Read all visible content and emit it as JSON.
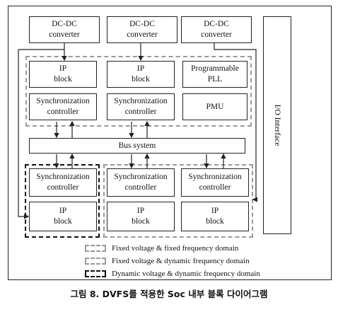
{
  "converters": [
    "DC-DC\nconverter",
    "DC-DC\nconverter",
    "DC-DC\nconverter"
  ],
  "top_blocks": {
    "ip1": "IP\nblock",
    "ip2": "IP\nblock",
    "pll": "Programmable\nPLL",
    "sync1": "Synchronization\ncontroller",
    "sync2": "Synchronization\ncontroller",
    "pmu": "PMU"
  },
  "bus": "Bus system",
  "io_interface": "I/O Interface",
  "bottom_blocks": {
    "sync1": "Synchronization\ncontroller",
    "sync2": "Synchronization\ncontroller",
    "sync3": "Synchronization\ncontroller",
    "ip1": "IP\nblock",
    "ip2": "IP\nblock",
    "ip3": "IP\nblock"
  },
  "legend": [
    {
      "label": "Fixed voltage & fixed frequency domain",
      "style": "dashed-gray"
    },
    {
      "label": "Fixed voltage & dynamic frequency domain",
      "style": "dashed-gray"
    },
    {
      "label": "Dynamic voltage & dynamic frequency domain",
      "style": "dashed-black"
    }
  ],
  "caption": "그림 8. DVFS를 적용한 Soc 내부 블록 다이어그램",
  "colors": {
    "domain_fixed": "#9a9a9a",
    "domain_dynamic": "#111111",
    "line": "#222222"
  }
}
